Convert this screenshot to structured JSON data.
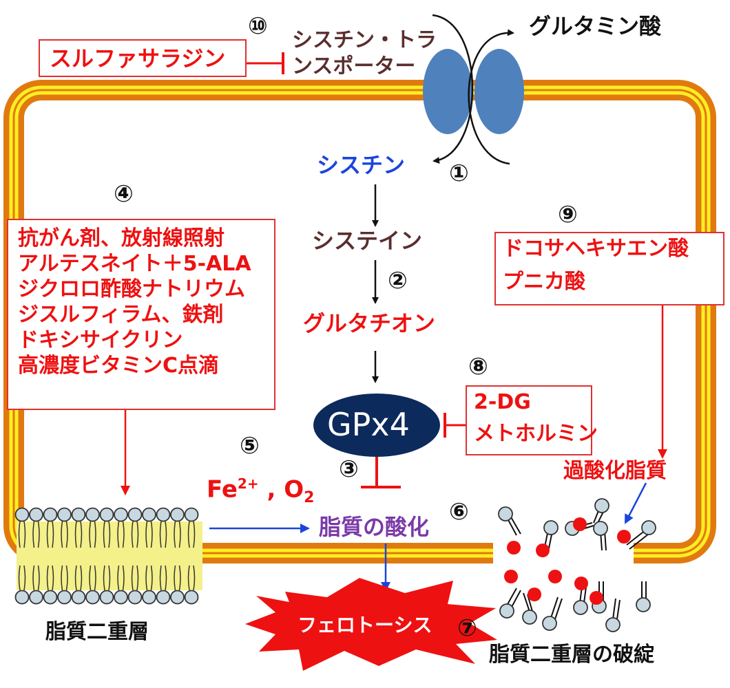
{
  "transporter": {
    "label_line1": "シスチン・トラ",
    "label_line2": "ンスポーター",
    "glutamate": "グルタミン酸"
  },
  "sulfasalazine": {
    "label": "スルファサラジン",
    "marker": "⑩"
  },
  "cystine": {
    "label": "シスチン",
    "marker": "①"
  },
  "cysteine": {
    "label": "システイン"
  },
  "glutathione": {
    "label": "グルタチオン",
    "marker": "②"
  },
  "gpx4": {
    "label": "GPx4",
    "marker": "③"
  },
  "inhibitors_8": {
    "marker": "⑧",
    "line1": "2-DG",
    "line2": "メトホルミン"
  },
  "inducers_4": {
    "marker": "④",
    "lines": [
      "抗がん剤、放射線照射",
      "アルテスネイト＋5-ALA",
      "ジクロロ酢酸ナトリウム",
      "ジスルフィラム、鉄剤",
      "ドキシサイクリン",
      "高濃度ビタミンC点滴"
    ]
  },
  "fatty_acids_9": {
    "marker": "⑨",
    "line1": "ドコサヘキサエン酸",
    "line2": "プニカ酸"
  },
  "iron_oxygen": {
    "marker": "⑤",
    "fe": "Fe",
    "fe_sup": "2+",
    "sep": " , O",
    "o_sub": "2"
  },
  "lipid_oxidation": {
    "label": "脂質の酸化",
    "marker": "⑥"
  },
  "lipid_peroxide": {
    "label": "過酸化脂質"
  },
  "ferroptosis": {
    "label": "フェロトーシス",
    "marker": "⑦"
  },
  "bilayer": {
    "label": "脂質二重層"
  },
  "bilayer_rupture": {
    "label": "脂質二重層の破綻"
  },
  "colors": {
    "membrane_outer": "#e07a10",
    "membrane_inner": "#ffee22",
    "transporter": "#4f81bd",
    "gpx4": "#0d2a5c",
    "ferroptosis_burst": "#ee1111",
    "lipid_head": "#c8d8e0",
    "lipid_tail": "#f4f08a",
    "peroxide_dot": "#ee1111"
  }
}
